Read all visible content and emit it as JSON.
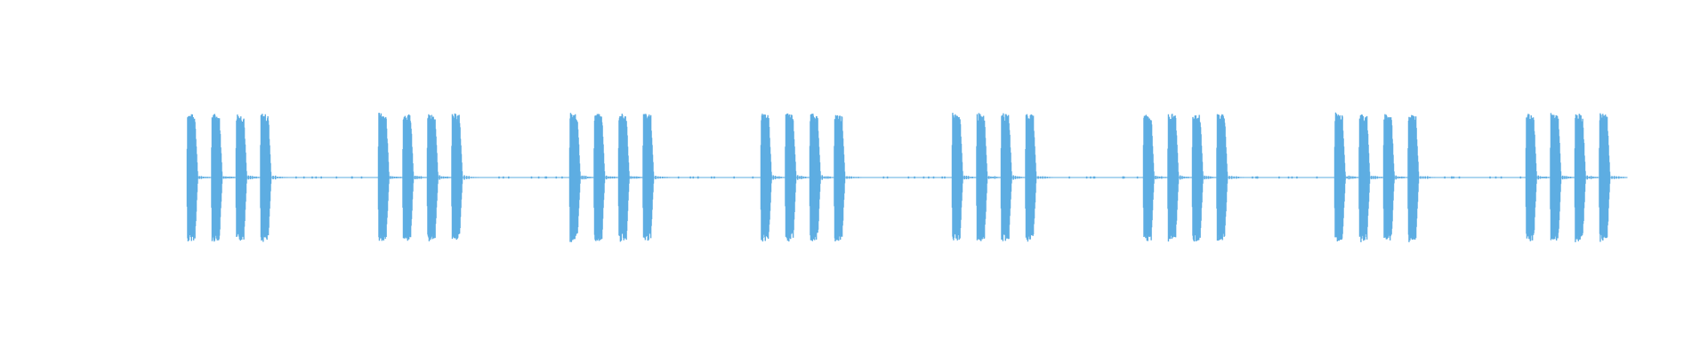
{
  "waveform": {
    "color": "#5dade2",
    "background": "#ffffff",
    "burst_groups": 8,
    "bursts_per_group": 4,
    "peak_amplitude": 0.72
  }
}
